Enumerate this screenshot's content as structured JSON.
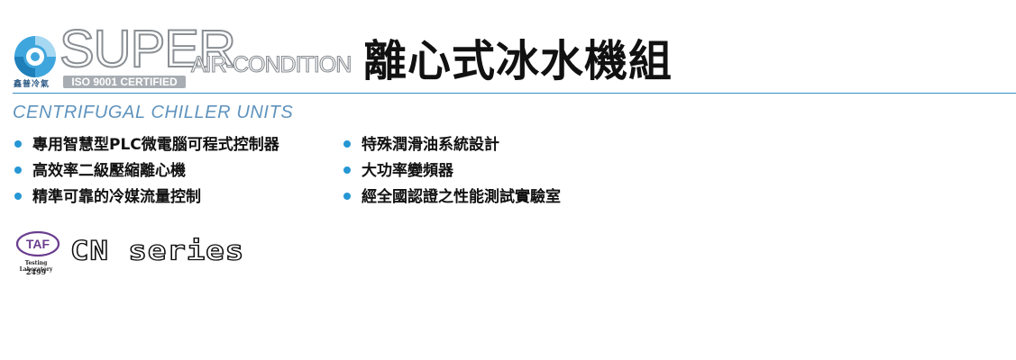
{
  "brand": {
    "logo_chinese": "鑫普冷氣",
    "name": "SUPER",
    "tagline": "AIR-CONDITION",
    "certification": "ISO 9001 CERTIFIED"
  },
  "header": {
    "title": "離心式冰水機組",
    "subtitle": "CENTRIFUGAL CHILLER UNITS"
  },
  "features": {
    "left": [
      "專用智慧型PLC微電腦可程式控制器",
      "高效率二級壓縮離心機",
      "精準可靠的冷媒流量控制"
    ],
    "right": [
      "特殊潤滑油系統設計",
      "大功率變頻器",
      "經全國認證之性能測試實驗室"
    ]
  },
  "certification_badge": {
    "logo": "TAF",
    "label": "Testing Laboratory",
    "number": "2499"
  },
  "series": {
    "label": "CN series"
  },
  "colors": {
    "accent_blue": "#2597d4",
    "subtitle_blue": "#5f93bd",
    "rule_blue": "#3a8fc0",
    "taf_purple": "#6a3d8f"
  }
}
